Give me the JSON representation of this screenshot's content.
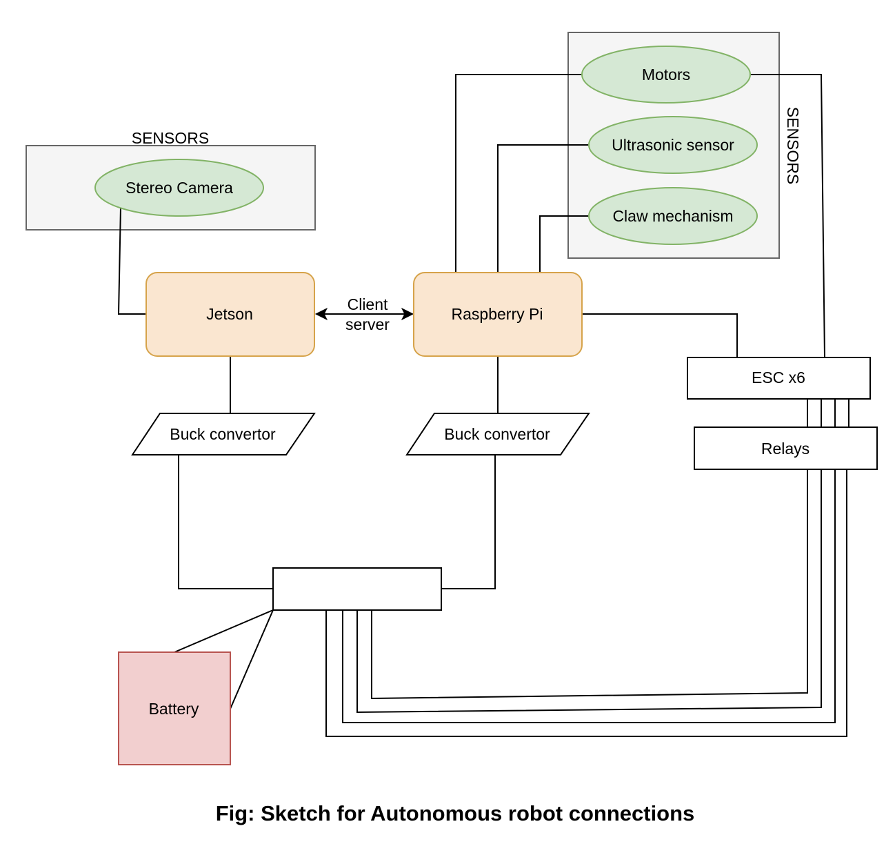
{
  "diagram": {
    "sensor_groups": [
      {
        "label": "SENSORS"
      },
      {
        "label": "SENSORS"
      }
    ],
    "nodes": {
      "stereo_camera": "Stereo Camera",
      "motors": "Motors",
      "ultrasonic": "Ultrasonic sensor",
      "claw": "Claw mechanism",
      "jetson": "Jetson",
      "raspberry_pi": "Raspberry Pi",
      "buck_left": "Buck convertor",
      "buck_right": "Buck convertor",
      "esc": "ESC x6",
      "relays": "Relays",
      "battery": "Battery",
      "distribution_block": ""
    },
    "edge_labels": {
      "client_server_line1": "Client",
      "client_server_line2": "server"
    },
    "caption": "Fig: Sketch for Autonomous robot connections"
  },
  "colors": {
    "sensor_group_fill": "#f5f5f5",
    "sensor_group_stroke": "#666666",
    "ellipse_fill": "#d5e8d4",
    "ellipse_stroke": "#82b366",
    "compute_fill": "#fae6d0",
    "compute_stroke": "#d6a34a",
    "battery_fill": "#f2cfcf",
    "battery_stroke": "#b85450",
    "line": "#000000"
  }
}
